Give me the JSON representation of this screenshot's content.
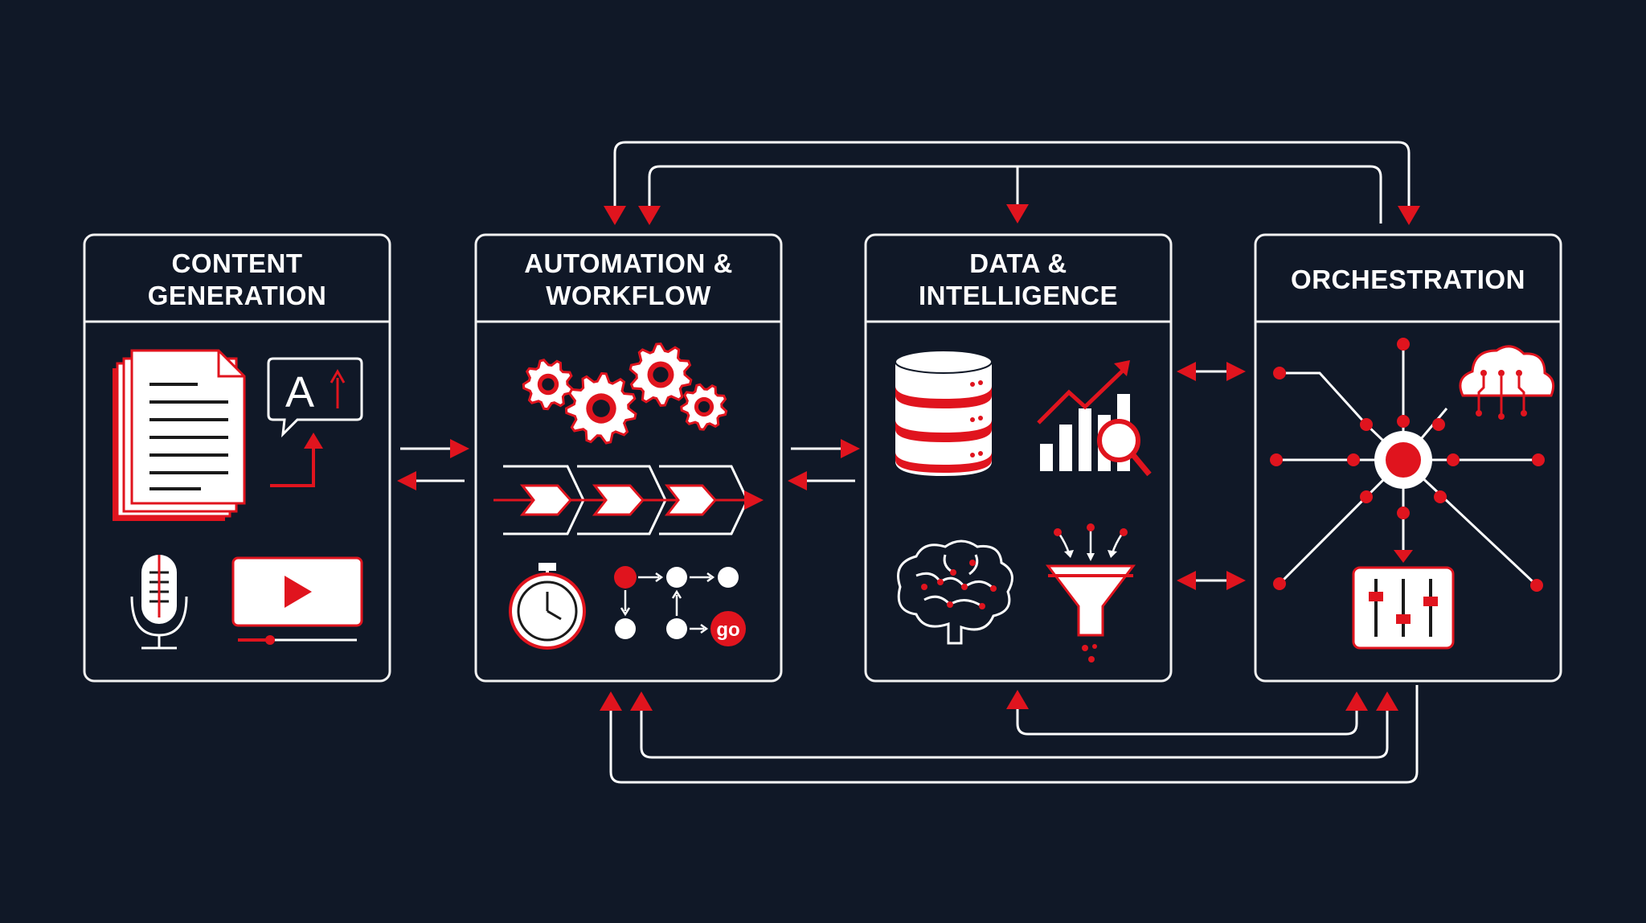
{
  "colors": {
    "background": "#101827",
    "line": "#ffffff",
    "accent": "#e0141e"
  },
  "panels": [
    {
      "title_line1": "CONTENT",
      "title_line2": "GENERATION",
      "icons": [
        "document-stack-icon",
        "text-ai-icon",
        "microphone-icon",
        "video-player-icon"
      ]
    },
    {
      "title_line1": "AUTOMATION &",
      "title_line2": "WORKFLOW",
      "icons": [
        "gears-icon",
        "pipeline-icon",
        "stopwatch-icon",
        "flowchart-icon"
      ]
    },
    {
      "title_line1": "DATA &",
      "title_line2": "INTELLIGENCE",
      "icons": [
        "database-icon",
        "analytics-chart-icon",
        "brain-icon",
        "funnel-icon"
      ]
    },
    {
      "title_line1": "ORCHESTRATION",
      "title_line2": "",
      "icons": [
        "network-hub-icon",
        "cloud-icon",
        "mixer-sliders-icon"
      ]
    }
  ],
  "flowchart_go_label": "go",
  "text_icon_letter": "A"
}
